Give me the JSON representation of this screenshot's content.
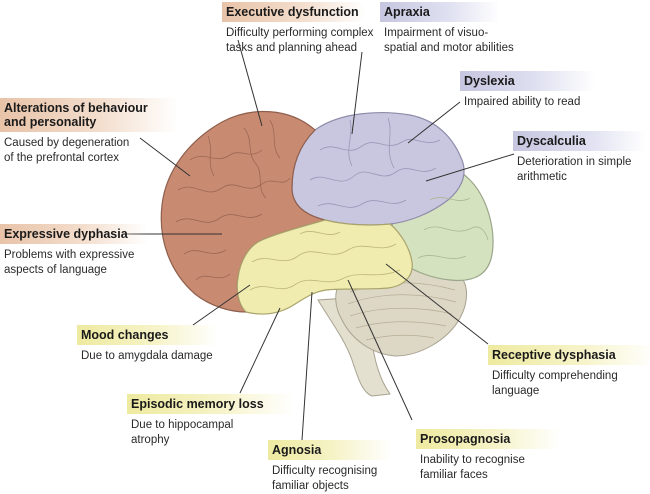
{
  "colors": {
    "frontal": "#c98a72",
    "parietal": "#c9c7df",
    "temporal": "#f0ecb0",
    "occipital": "#d5e2bf",
    "cerebellum": "#ddd8c6",
    "brainstem": "#e4e0d0",
    "leader_line": "#333333"
  },
  "callouts": [
    {
      "id": "executive-dysfunction",
      "region": "frontal",
      "title": "Executive dysfunction",
      "lines": [
        "Difficulty performing complex",
        "tasks and planning ahead"
      ]
    },
    {
      "id": "apraxia",
      "region": "parietal",
      "title": "Apraxia",
      "lines": [
        "Impairment of visuo-",
        "spatial and motor abilities"
      ]
    },
    {
      "id": "alterations-behaviour",
      "region": "frontal",
      "title": "Alterations of behaviour",
      "title2": "and personality",
      "lines": [
        "Caused by degeneration",
        "of the prefrontal cortex"
      ]
    },
    {
      "id": "dyslexia",
      "region": "parietal",
      "title": "Dyslexia",
      "lines": [
        "Impaired ability to read"
      ]
    },
    {
      "id": "dyscalculia",
      "region": "parietal",
      "title": "Dyscalculia",
      "lines": [
        "Deterioration in simple",
        "arithmetic"
      ]
    },
    {
      "id": "expressive-dyphasia",
      "region": "frontal",
      "title": "Expressive dyphasia",
      "lines": [
        "Problems with expressive",
        "aspects of language"
      ]
    },
    {
      "id": "mood-changes",
      "region": "temporal",
      "title": "Mood changes",
      "lines": [
        "Due to amygdala damage"
      ]
    },
    {
      "id": "receptive-dysphasia",
      "region": "temporal",
      "title": "Receptive dysphasia",
      "lines": [
        "Difficulty comprehending",
        "language"
      ]
    },
    {
      "id": "episodic-memory-loss",
      "region": "temporal",
      "title": "Episodic memory loss",
      "lines": [
        "Due to hippocampal",
        "atrophy"
      ]
    },
    {
      "id": "agnosia",
      "region": "temporal",
      "title": "Agnosia",
      "lines": [
        "Difficulty recognising",
        "familiar objects"
      ]
    },
    {
      "id": "prosopagnosia",
      "region": "temporal",
      "title": "Prosopagnosia",
      "lines": [
        "Inability to recognise",
        "familiar faces"
      ]
    }
  ]
}
